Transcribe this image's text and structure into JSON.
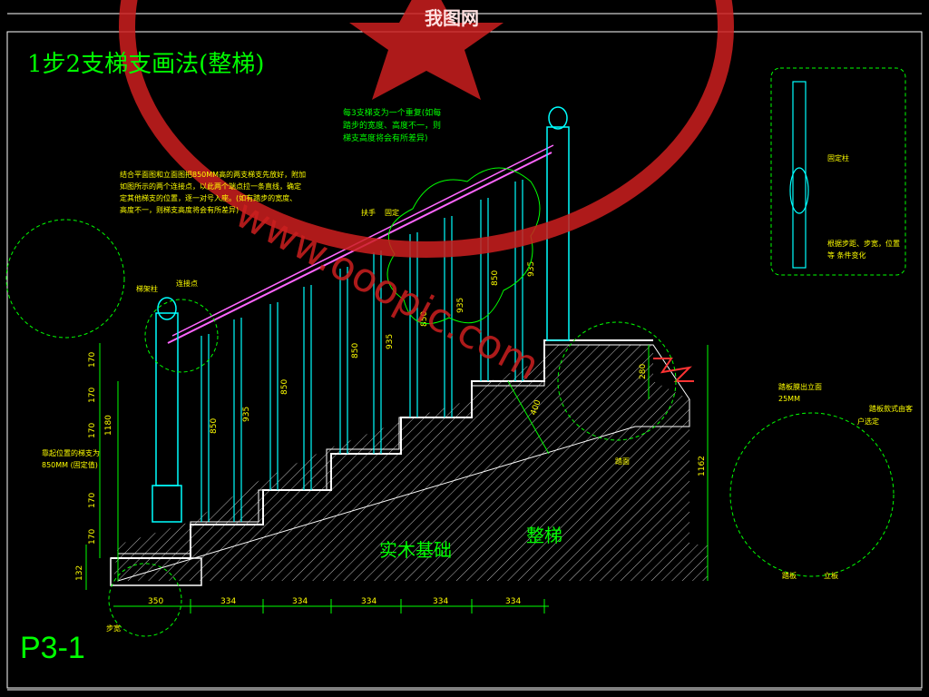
{
  "title": "1步2支梯支画法(整梯)",
  "sheet_code": "P3-1",
  "labels": {
    "solid_wood_base": "实木基础",
    "whole_stair": "整梯",
    "watermark_brand": "我图网",
    "watermark_url": "www.ooopic.com"
  },
  "notes": {
    "repeat_note_lines": [
      "每3支梯支为一个重复(如每",
      "踏步的宽度、高度不一，则",
      "梯支高度将会有所差异)"
    ],
    "left_note_lines": [
      "结合平面图和立面图把850MM高的两支梯支先放好，附加",
      "如图所示的两个连接点，以此两个端点拉一条直线，确定",
      "定其他梯支的位置，逐一对号入座。(如有踏步的宽度、",
      "高度不一，则梯支高度将会有所差异)"
    ],
    "right_detail_label1": "固定柱",
    "right_detail_label2": "根据步距、步宽，位置等 条件变化",
    "handrail_label": "扶手",
    "fixing_label": "固定",
    "newel_label": "梯架柱",
    "connect_point_label": "连接点",
    "bottom_left_note1": "靠起位置的梯支为",
    "bottom_left_note2": "850MM (固定值)",
    "tread_top_label": "踏面",
    "step_width_label": "步宽",
    "circle_right_label1": "踏板膜出立面",
    "circle_right_label2": "25MM",
    "circle_right_label3": "踏板款式由客",
    "circle_right_label4": "户选定",
    "circle_bottom_label1": "踏板",
    "circle_bottom_label2": "立板"
  },
  "dimensions": {
    "rise": "170",
    "riser_total": "1180",
    "bottom_132": "132",
    "first_run": "350",
    "run": "334",
    "baluster_850": "850",
    "baluster_935": "935",
    "section_280": "280",
    "slope_400": "400",
    "right_1162": "1162"
  },
  "colors": {
    "background": "#000000",
    "cad_green": "#00ff00",
    "cad_cyan": "#00ffff",
    "cad_yellow": "#ffff00",
    "cad_white": "#ffffff",
    "watermark_red": "#cc1f1f"
  }
}
